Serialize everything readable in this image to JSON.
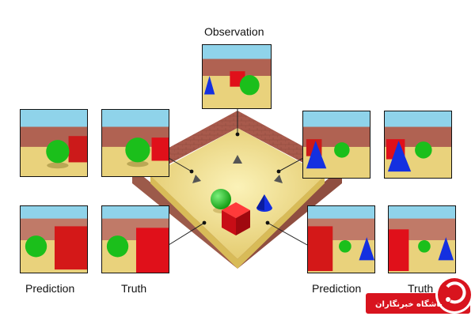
{
  "labels": {
    "observation": "Observation",
    "prediction_left": "Prediction",
    "truth_left": "Truth",
    "prediction_right": "Prediction",
    "truth_right": "Truth"
  },
  "watermark": {
    "text": "باشگاه خبرنگاران",
    "color": "#d8141e"
  },
  "colors": {
    "sky": "#8fd3ea",
    "wall": "#b5685a",
    "floor": "#e9d27c",
    "sphere": "#1bbf1b",
    "cube": "#e0101a",
    "cone": "#1024d8"
  }
}
